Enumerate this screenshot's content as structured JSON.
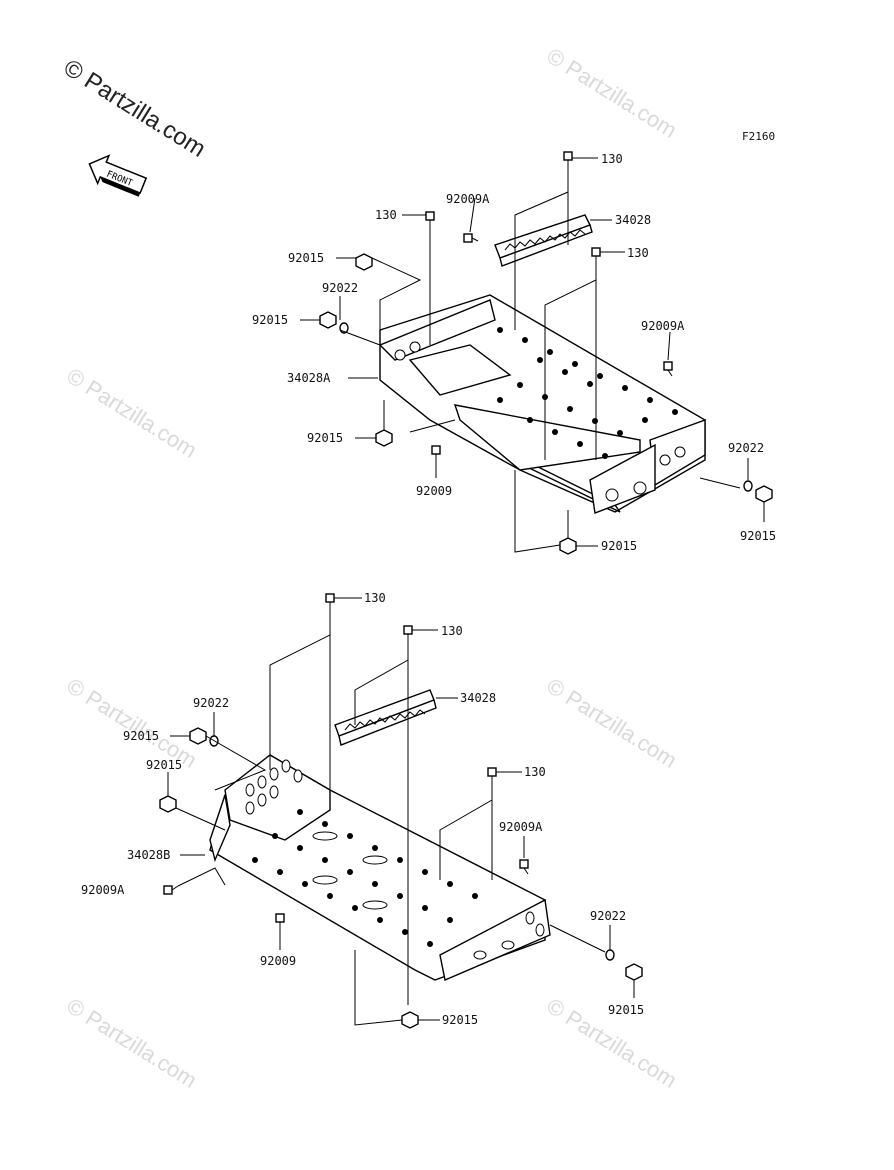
{
  "watermark": {
    "main": "© Partzilla.com",
    "faint": "© Partzilla.com"
  },
  "diagram_code": "F2160",
  "front_arrow": {
    "label": "FRONT",
    "icon": "front-arrow-icon"
  },
  "upper_assembly": {
    "labels": [
      {
        "id": "u-130-a",
        "text": "130"
      },
      {
        "id": "u-130-b",
        "text": "130"
      },
      {
        "id": "u-130-c",
        "text": "130"
      },
      {
        "id": "u-92009A-a",
        "text": "92009A"
      },
      {
        "id": "u-34028",
        "text": "34028"
      },
      {
        "id": "u-92015-a",
        "text": "92015"
      },
      {
        "id": "u-92022-a",
        "text": "92022"
      },
      {
        "id": "u-92015-b",
        "text": "92015"
      },
      {
        "id": "u-92009A-b",
        "text": "92009A"
      },
      {
        "id": "u-34028A",
        "text": "34028A"
      },
      {
        "id": "u-92015-c",
        "text": "92015"
      },
      {
        "id": "u-92009",
        "text": "92009"
      },
      {
        "id": "u-92022-b",
        "text": "92022"
      },
      {
        "id": "u-92015-d",
        "text": "92015"
      },
      {
        "id": "u-92015-e",
        "text": "92015"
      }
    ]
  },
  "lower_assembly": {
    "labels": [
      {
        "id": "l-130-a",
        "text": "130"
      },
      {
        "id": "l-130-b",
        "text": "130"
      },
      {
        "id": "l-34028",
        "text": "34028"
      },
      {
        "id": "l-92022-a",
        "text": "92022"
      },
      {
        "id": "l-92015-a",
        "text": "92015"
      },
      {
        "id": "l-92015-b",
        "text": "92015"
      },
      {
        "id": "l-130-c",
        "text": "130"
      },
      {
        "id": "l-92009A-a",
        "text": "92009A"
      },
      {
        "id": "l-34028B",
        "text": "34028B"
      },
      {
        "id": "l-92009A-b",
        "text": "92009A"
      },
      {
        "id": "l-92009",
        "text": "92009"
      },
      {
        "id": "l-92022-b",
        "text": "92022"
      },
      {
        "id": "l-92015-c",
        "text": "92015"
      },
      {
        "id": "l-92015-d",
        "text": "92015"
      }
    ]
  }
}
